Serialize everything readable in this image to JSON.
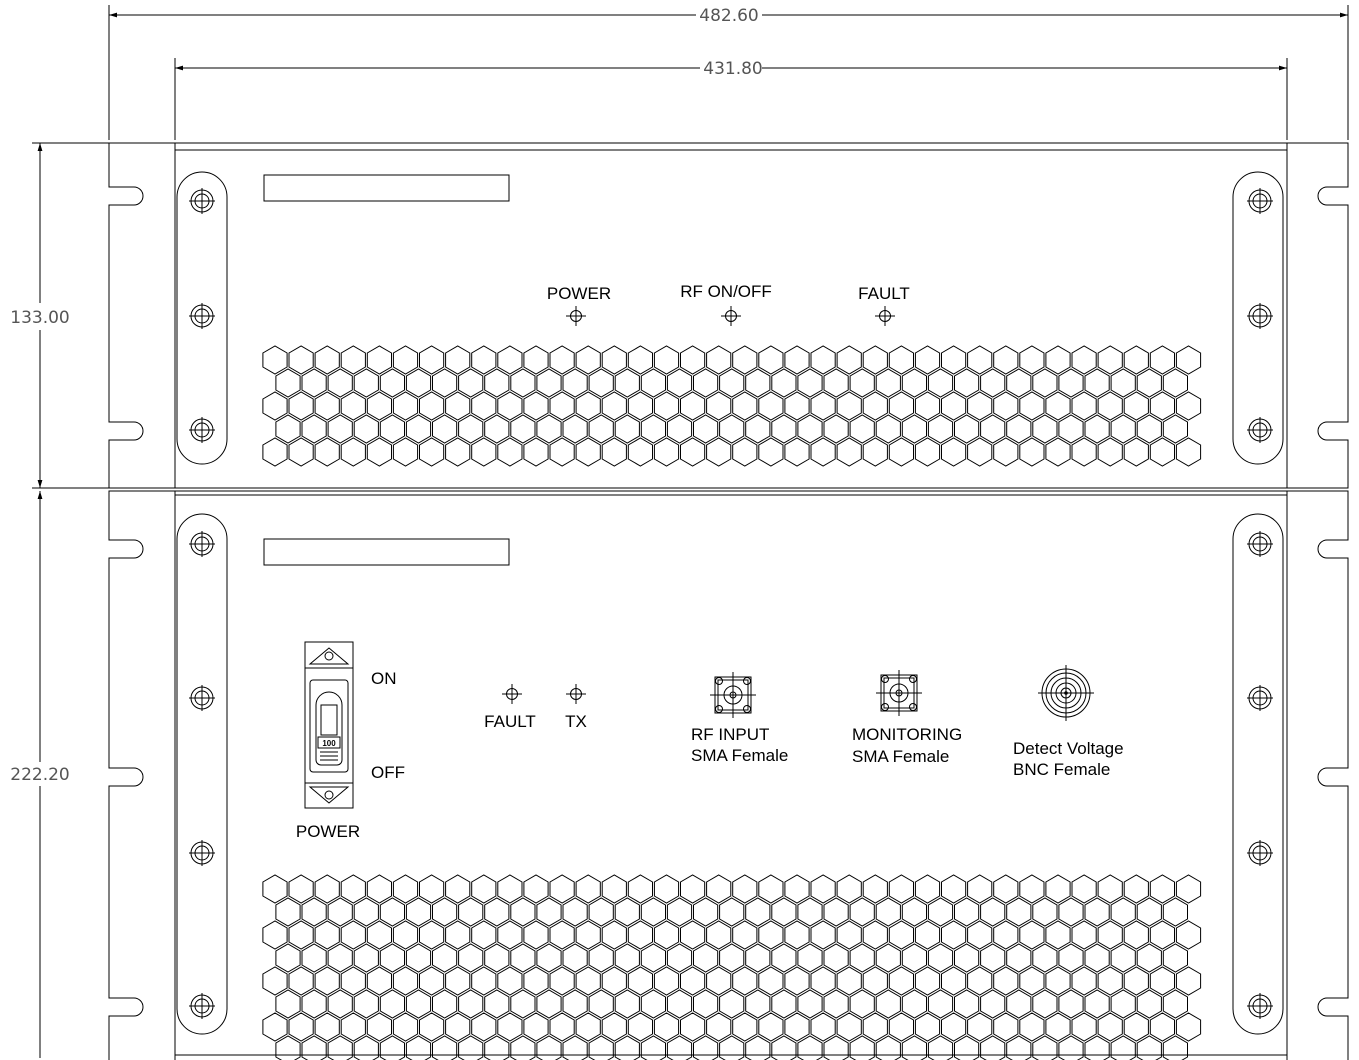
{
  "dimensions": {
    "overall_width": "482.60",
    "panel_width": "431.80",
    "upper_height": "133.00",
    "lower_height": "222.20"
  },
  "upper_panel": {
    "indicators": [
      {
        "label": "POWER"
      },
      {
        "label": "RF ON/OFF"
      },
      {
        "label": "FAULT"
      }
    ]
  },
  "lower_panel": {
    "power_switch": {
      "on_label": "ON",
      "off_label": "OFF",
      "label": "POWER",
      "rating": "100"
    },
    "indicators": [
      {
        "label": "FAULT"
      },
      {
        "label": "TX"
      }
    ],
    "connectors": [
      {
        "line1": "RF INPUT",
        "line2": "SMA Female",
        "type": "sma"
      },
      {
        "line1": "MONITORING",
        "line2": "SMA Female",
        "type": "sma"
      },
      {
        "line1": "Detect Voltage",
        "line2": "BNC Female",
        "type": "bnc"
      }
    ]
  }
}
